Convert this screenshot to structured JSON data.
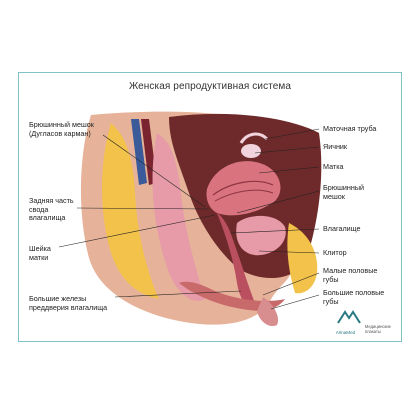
{
  "title": "Женская репродуктивная система",
  "labels_left": [
    {
      "id": "peritoneal-pouch",
      "text": "Брюшинный мешок\n(Дугласов карман)"
    },
    {
      "id": "posterior-fornix",
      "text": "Задняя часть\nсвода\nвлагалища"
    },
    {
      "id": "cervix",
      "text": "Шейка\nматки"
    },
    {
      "id": "bartholin-glands",
      "text": "Большие железы\nпреддверия влагалища"
    }
  ],
  "labels_right": [
    {
      "id": "fallopian-tube",
      "text": "Маточная труба"
    },
    {
      "id": "ovary",
      "text": "Яичник"
    },
    {
      "id": "uterus",
      "text": "Матка"
    },
    {
      "id": "peritoneal-sac",
      "text": "Брюшинный\nмешок"
    },
    {
      "id": "vagina",
      "text": "Влагалище"
    },
    {
      "id": "clitoris",
      "text": "Клитор"
    },
    {
      "id": "labia-minora",
      "text": "Малые половые\nгубы"
    },
    {
      "id": "labia-majora",
      "text": "Большие половые\nгубы"
    }
  ],
  "logo": {
    "name": "AlmaMed",
    "side_text": "Медицинские\nплакаты"
  },
  "colors": {
    "frame": "#7fc2c7",
    "skin": "#e6b39a",
    "fat": "#f2c24a",
    "muscle": "#c96a6a",
    "organ": "#e79aa8",
    "leader": "#222222"
  }
}
